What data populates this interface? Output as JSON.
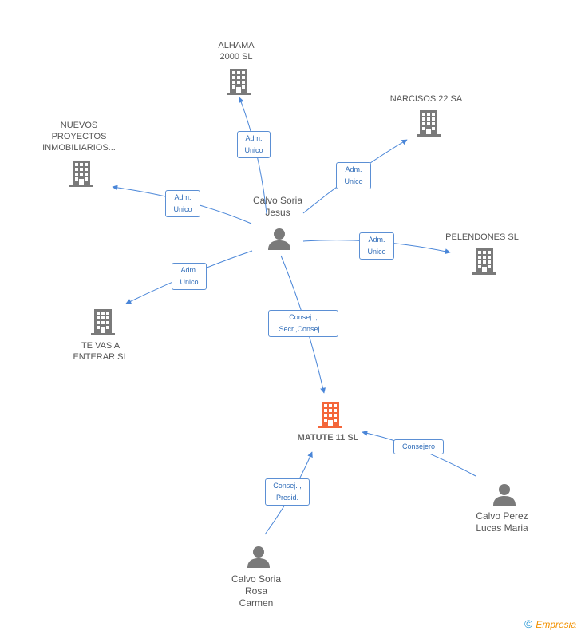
{
  "colors": {
    "edge": "#4a86d8",
    "building": "#7a7a7a",
    "building_focus": "#f4663a",
    "person": "#7a7a7a"
  },
  "nodes": {
    "alhama": {
      "lines": [
        "ALHAMA",
        "2000 SL"
      ],
      "kind": "company"
    },
    "narcisos": {
      "lines": [
        "NARCISOS 22 SA"
      ],
      "kind": "company"
    },
    "nuevos": {
      "lines": [
        "NUEVOS",
        "PROYECTOS",
        "INMOBILIARIOS..."
      ],
      "kind": "company"
    },
    "pelendones": {
      "lines": [
        "PELENDONES SL"
      ],
      "kind": "company"
    },
    "tevas": {
      "lines": [
        "TE VAS A",
        "ENTERAR SL"
      ],
      "kind": "company"
    },
    "matute": {
      "lines": [
        "MATUTE 11 SL"
      ],
      "kind": "company-focus"
    },
    "jesus": {
      "lines": [
        "Calvo Soria",
        "Jesus"
      ],
      "kind": "person"
    },
    "lucas": {
      "lines": [
        "Calvo Perez",
        "Lucas Maria"
      ],
      "kind": "person"
    },
    "rosa": {
      "lines": [
        "Calvo Soria",
        "Rosa",
        "Carmen"
      ],
      "kind": "person"
    }
  },
  "edges": {
    "e1": {
      "lines": [
        "Adm.",
        "Unico"
      ]
    },
    "e2": {
      "lines": [
        "Adm.",
        "Unico"
      ]
    },
    "e3": {
      "lines": [
        "Adm.",
        "Unico"
      ]
    },
    "e4": {
      "lines": [
        "Adm.",
        "Unico"
      ]
    },
    "e5": {
      "lines": [
        "Adm.",
        "Unico"
      ]
    },
    "e6": {
      "lines": [
        "Consej. ,",
        "Secr.,Consej...."
      ]
    },
    "e7": {
      "lines": [
        "Consejero"
      ]
    },
    "e8": {
      "lines": [
        "Consej. ,",
        "Presid."
      ]
    }
  },
  "footer": {
    "copyright": "©",
    "brand": "Empresia"
  }
}
